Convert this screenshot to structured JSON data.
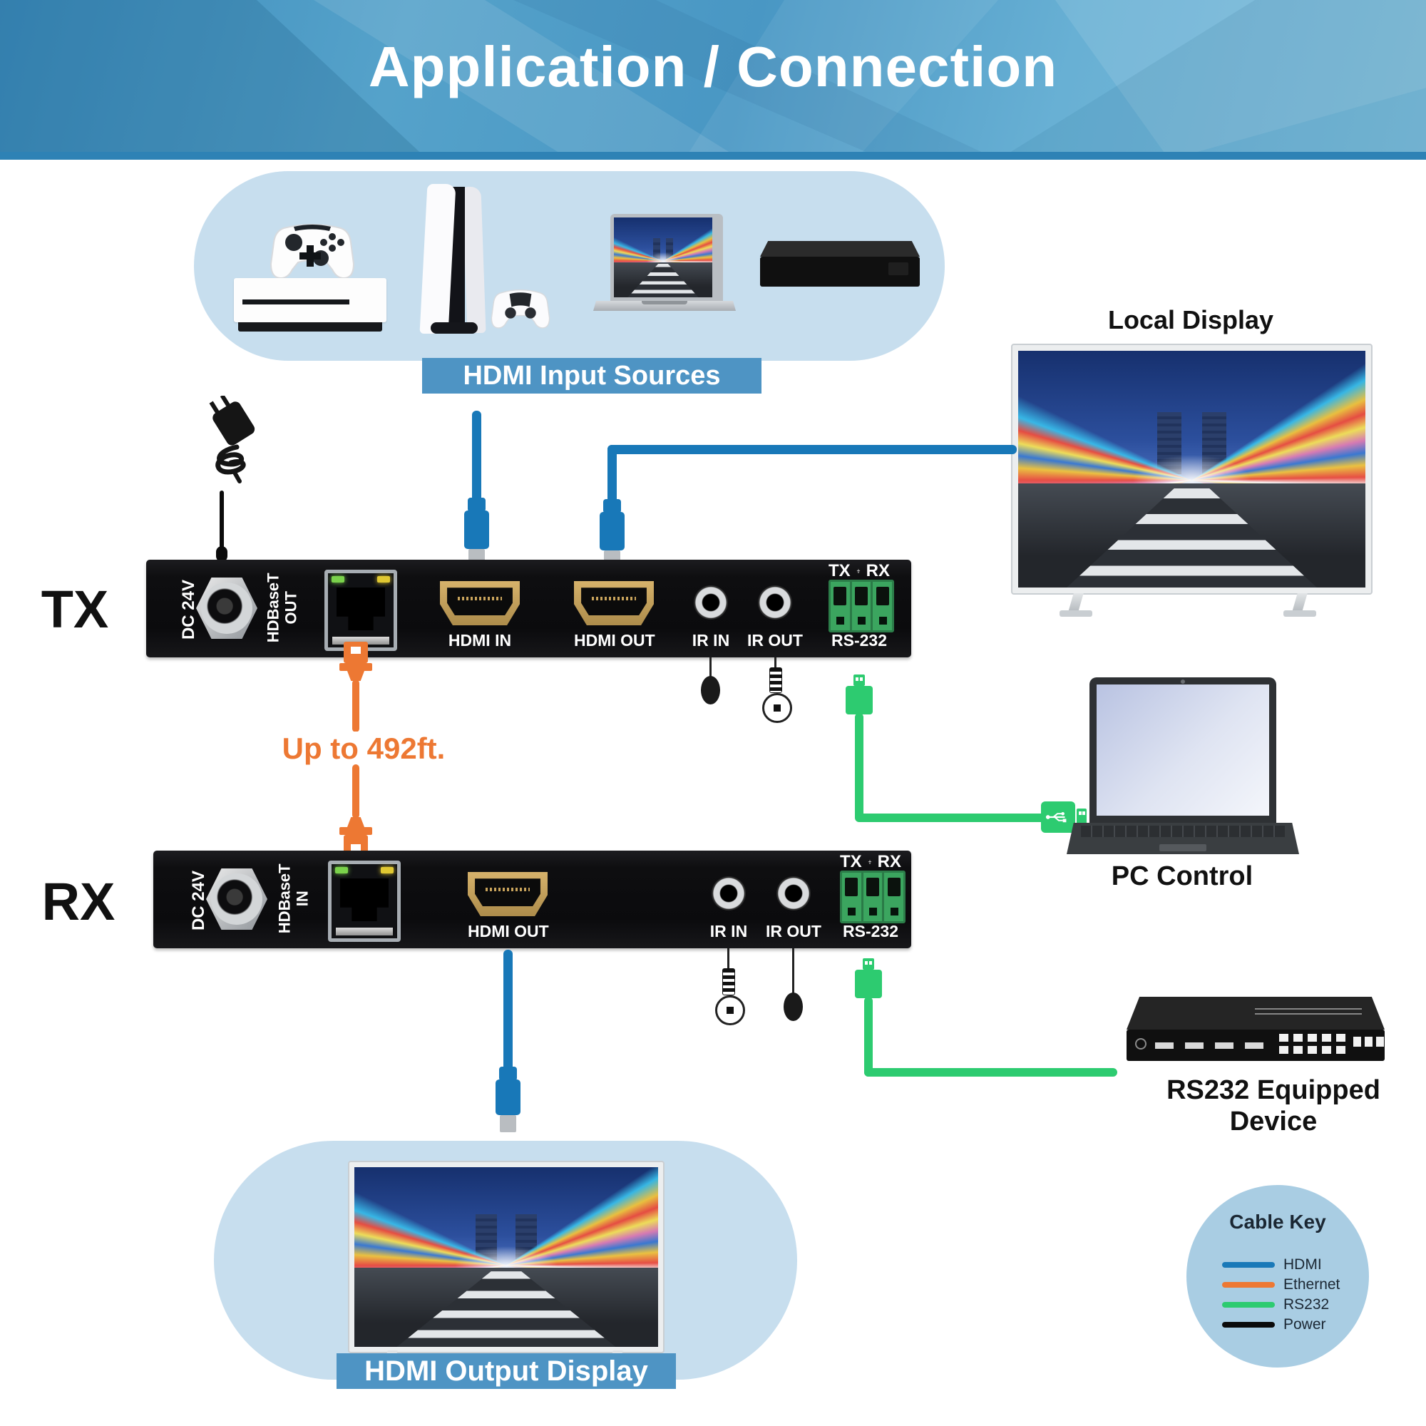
{
  "header": {
    "title": "Application / Connection"
  },
  "sources": {
    "label": "HDMI Input Sources",
    "device_icons": [
      "xbox-console-icon",
      "xbox-controller-icon",
      "ps5-console-icon",
      "ps5-controller-icon",
      "laptop-icon",
      "media-player-icon"
    ]
  },
  "local_display": {
    "label": "Local Display"
  },
  "devices": {
    "tx": {
      "name": "TX",
      "ports": {
        "power": "DC 24V",
        "hdbaset_top": "HDBaseT",
        "hdbaset_bottom": "OUT",
        "hdmi_in": "HDMI IN",
        "hdmi_out": "HDMI OUT",
        "ir_in": "IR IN",
        "ir_out": "IR OUT",
        "rs232": "RS-232"
      }
    },
    "rx": {
      "name": "RX",
      "ports": {
        "power": "DC 24V",
        "hdbaset_top": "HDBaseT",
        "hdbaset_bottom": "IN",
        "hdmi_out": "HDMI OUT",
        "ir_in": "IR IN",
        "ir_out": "IR OUT",
        "rs232": "RS-232"
      }
    }
  },
  "serial": {
    "tx": "TX",
    "rx": "RX"
  },
  "link": {
    "distance": "Up to 492ft."
  },
  "pc_control": {
    "label": "PC Control"
  },
  "rs232_device": {
    "label_line1": "RS232 Equipped",
    "label_line2": "Device"
  },
  "output_display": {
    "label": "HDMI Output Display"
  },
  "cable_key": {
    "title": "Cable Key",
    "entries": [
      {
        "name": "HDMI",
        "color": "#1A79B8"
      },
      {
        "name": "Ethernet",
        "color": "#ED7833"
      },
      {
        "name": "RS232",
        "color": "#2DCB70"
      },
      {
        "name": "Power",
        "color": "#0B0B0B"
      }
    ]
  },
  "icons": {
    "ground": "ground-symbol",
    "usb": "usb-trident",
    "power_adapter": "wall-power-adapter",
    "ir_emitter": "ir-emitter",
    "ir_receiver": "ir-receiver"
  }
}
